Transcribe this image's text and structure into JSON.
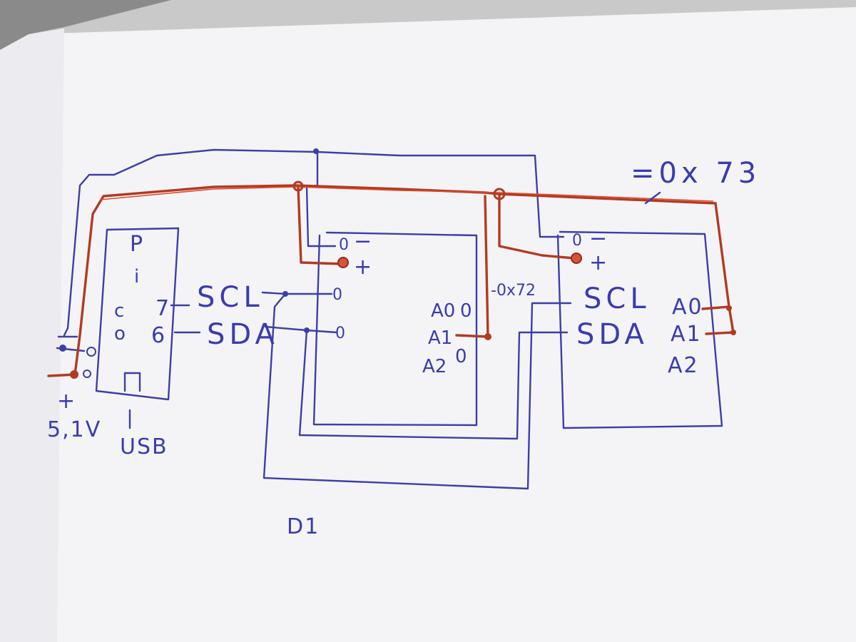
{
  "colors": {
    "ink_blue": "#3b3bb0",
    "ink_red": "#b23a22",
    "paper": "#f4f4f6",
    "background": "#c9c9c9"
  },
  "diagram": {
    "pi": {
      "title": "P",
      "title2": "i",
      "col_c": "c",
      "col_o": "o",
      "pin_scl": "7",
      "pin_sda": "6"
    },
    "power": {
      "minus": "−",
      "plus": "+",
      "voltage": "5,1V"
    },
    "usb_label": "USB",
    "signals": {
      "scl": "SCL",
      "sda": "SDA"
    },
    "board1": {
      "minus": "−",
      "plus": "+",
      "zero": "0",
      "a0": "A0",
      "a0_value": "0",
      "a1": "A1",
      "a2": "A2",
      "a2_value": "0",
      "address": "-0x72",
      "label": "D1"
    },
    "board2": {
      "minus": "−",
      "plus": "+",
      "zero": "0",
      "scl": "SCL",
      "sda": "SDA",
      "a0": "A0",
      "a1": "A1",
      "a2": "A2",
      "address": "=0x 73"
    }
  }
}
